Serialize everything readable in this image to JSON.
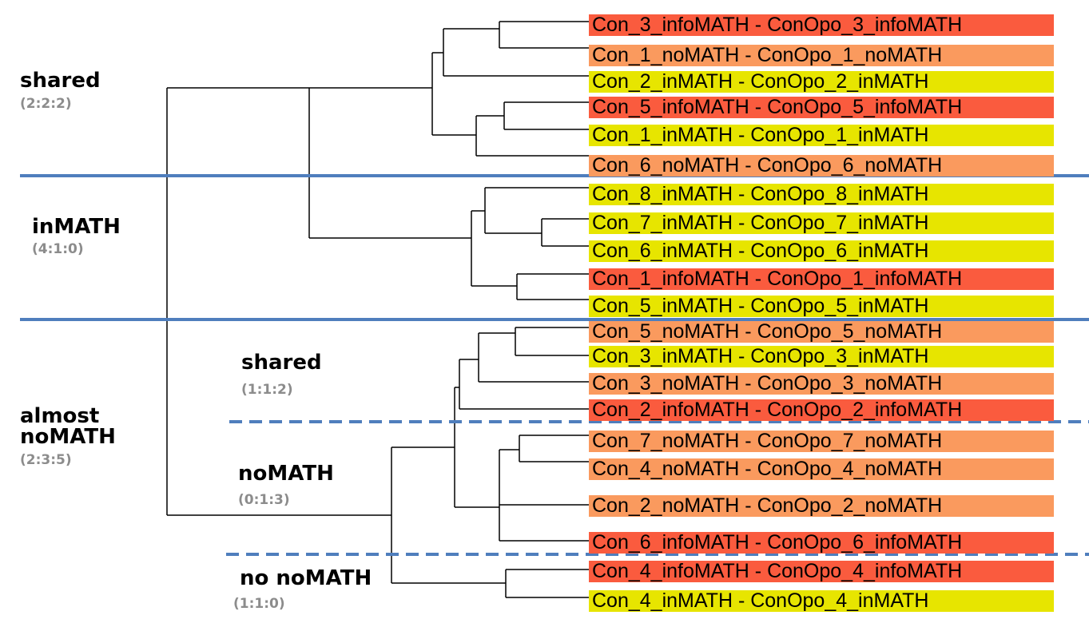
{
  "colors": {
    "infoMATH": "#fa5b3e",
    "noMATH": "#fa9a5e",
    "inMATH": "#e7e500",
    "branch": "#000000",
    "separator": "#4f7ebd",
    "ratio_text": "#8c8c8c"
  },
  "leaves": [
    {
      "label": "Con_3_infoMATH - ConOpo_3_infoMATH",
      "category": "infoMATH"
    },
    {
      "label": "Con_1_noMATH - ConOpo_1_noMATH",
      "category": "noMATH"
    },
    {
      "label": "Con_2_inMATH - ConOpo_2_inMATH",
      "category": "inMATH"
    },
    {
      "label": "Con_5_infoMATH - ConOpo_5_infoMATH",
      "category": "infoMATH"
    },
    {
      "label": "Con_1_inMATH - ConOpo_1_inMATH",
      "category": "inMATH"
    },
    {
      "label": "Con_6_noMATH - ConOpo_6_noMATH",
      "category": "noMATH"
    },
    {
      "label": "Con_8_inMATH - ConOpo_8_inMATH",
      "category": "inMATH"
    },
    {
      "label": "Con_7_inMATH - ConOpo_7_inMATH",
      "category": "inMATH"
    },
    {
      "label": "Con_6_inMATH - ConOpo_6_inMATH",
      "category": "inMATH"
    },
    {
      "label": "Con_1_infoMATH - ConOpo_1_infoMATH",
      "category": "infoMATH"
    },
    {
      "label": "Con_5_inMATH - ConOpo_5_inMATH",
      "category": "inMATH"
    },
    {
      "label": "Con_5_noMATH - ConOpo_5_noMATH",
      "category": "noMATH"
    },
    {
      "label": "Con_3_inMATH - ConOpo_3_inMATH",
      "category": "inMATH"
    },
    {
      "label": "Con_3_noMATH - ConOpo_3_noMATH",
      "category": "noMATH"
    },
    {
      "label": "Con_2_infoMATH - ConOpo_2_infoMATH",
      "category": "infoMATH"
    },
    {
      "label": "Con_7_noMATH - ConOpo_7_noMATH",
      "category": "noMATH"
    },
    {
      "label": "Con_4_noMATH - ConOpo_4_noMATH",
      "category": "noMATH"
    },
    {
      "label": "Con_2_noMATH - ConOpo_2_noMATH",
      "category": "noMATH"
    },
    {
      "label": "Con_6_infoMATH - ConOpo_6_infoMATH",
      "category": "infoMATH"
    },
    {
      "label": "Con_4_infoMATH - ConOpo_4_infoMATH",
      "category": "infoMATH"
    },
    {
      "label": "Con_4_inMATH - ConOpo_4_inMATH",
      "category": "inMATH"
    }
  ],
  "groups": {
    "shared_top": {
      "label": "shared",
      "ratio": "(2:2:2)"
    },
    "inmath": {
      "label": "inMATH",
      "ratio": "(4:1:0)"
    },
    "almost_nomath": {
      "label_line1": "almost",
      "label_line2": "noMATH",
      "ratio": "(2:3:5)"
    },
    "shared_sub": {
      "label": "shared",
      "ratio": "(1:1:2)"
    },
    "nomath_sub": {
      "label": "noMATH",
      "ratio": "(0:1:3)"
    },
    "no_nomath": {
      "label": "no noMATH",
      "ratio": "(1:1:0)"
    }
  }
}
